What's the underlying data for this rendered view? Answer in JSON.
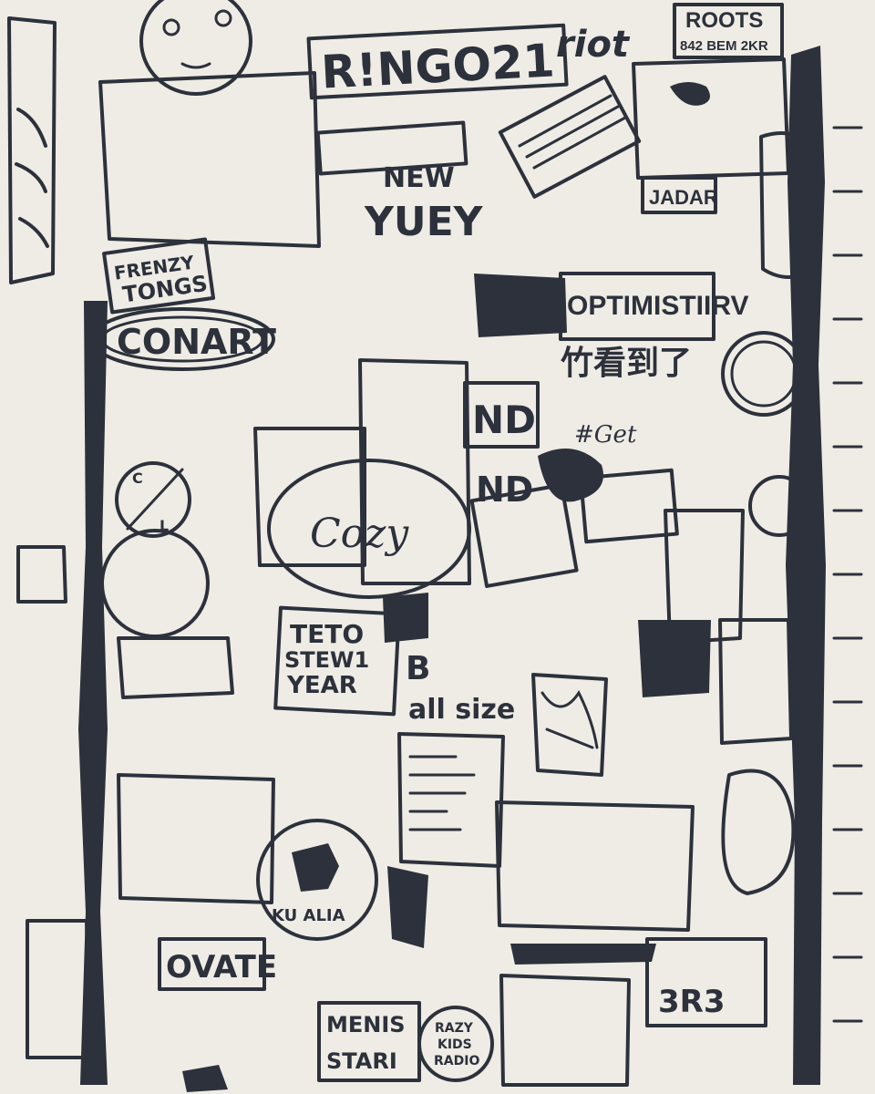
{
  "colors": {
    "ink": "#2c313b",
    "paper": "#efece6"
  },
  "stickers": {
    "ringo": "R!NGO21",
    "riot": "riot",
    "roots_top": "ROOTS",
    "roots_bottom": "842 BEM 2KR",
    "new_line1": "NEW",
    "new_line2": "YUEY",
    "jadar": "JADAR",
    "frenzy_line1": "FRENZY",
    "frenzy_line2": "TONGS",
    "conart": "CONART",
    "optimistry": "OPTIMISTIIRV",
    "chinese": "竹看到了",
    "get": "#Get",
    "nd1": "ND",
    "nd2": "ND",
    "cozy": "Cozy",
    "teto_line1": "TETO",
    "teto_line2": "STEW1",
    "teto_line3": "YEAR",
    "b": "B",
    "all_sizes": "all size",
    "kuala": "KU ALIA",
    "ovate": "OVATE",
    "menis": "MENIS",
    "stari": "STARI",
    "crazy_line1": "RAZY",
    "crazy_line2": "KIDS",
    "crazy_line3": "RADIO",
    "bottom_right": "3R3"
  }
}
